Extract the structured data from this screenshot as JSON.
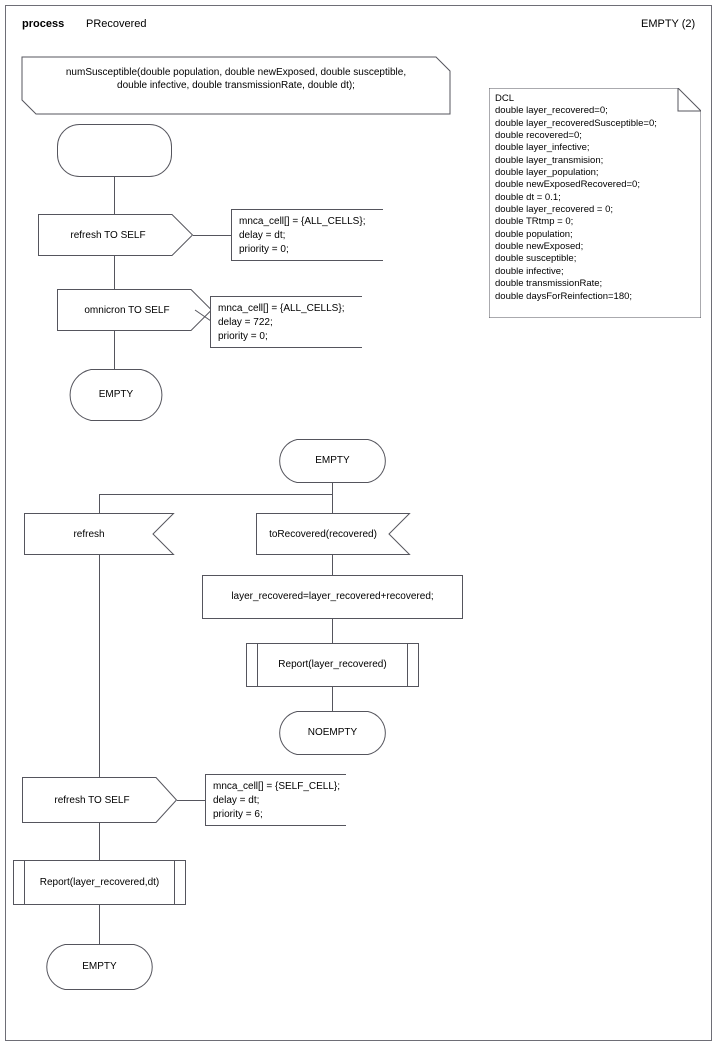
{
  "header": {
    "keyword": "process",
    "name": "PRecovered",
    "page_label": "EMPTY (2)"
  },
  "text_symbol": {
    "line1": "numSusceptible(double population, double newExposed, double susceptible,",
    "line2": "double infective, double transmissionRate, double dt);"
  },
  "dcl": {
    "title": "DCL",
    "declarations": [
      "double layer_recovered=0;",
      "double layer_recoveredSusceptible=0;",
      "double recovered=0;",
      "double layer_infective;",
      "double layer_transmision;",
      "double layer_population;",
      "double newExposedRecovered=0;",
      "double dt = 0.1;",
      "double layer_recovered = 0;",
      "double TRtmp = 0;",
      "double population;",
      "double newExposed;",
      "double susceptible;",
      "double infective;",
      "double transmissionRate;",
      "double daysForReinfection=180;"
    ]
  },
  "nodes": {
    "start": {
      "label": ""
    },
    "out_refresh_self_1": {
      "label": "refresh TO SELF"
    },
    "comment_1": {
      "line1": "mnca_cell[] = {ALL_CELLS};",
      "line2": "delay = dt;",
      "line3": "priority = 0;"
    },
    "out_omnicron_self": {
      "label": "omnicron TO SELF"
    },
    "comment_2": {
      "line1": "mnca_cell[] = {ALL_CELLS};",
      "line2": "delay = 722;",
      "line3": "priority = 0;"
    },
    "state_empty_1": {
      "label": "EMPTY"
    },
    "state_empty_2": {
      "label": "EMPTY"
    },
    "in_refresh": {
      "label": "refresh"
    },
    "in_torecovered": {
      "label": "toRecovered(recovered)"
    },
    "task_layer_recovered": {
      "label": "layer_recovered=layer_recovered+recovered;"
    },
    "proc_report_1": {
      "label": "Report(layer_recovered)"
    },
    "state_noempty": {
      "label": "NOEMPTY"
    },
    "out_refresh_self_2": {
      "label": "refresh TO SELF"
    },
    "comment_3": {
      "line1": "mnca_cell[] = {SELF_CELL};",
      "line2": "delay = dt;",
      "line3": "priority = 6;"
    },
    "proc_report_2": {
      "label": "Report(layer_recovered,dt)"
    },
    "state_empty_3": {
      "label": "EMPTY"
    }
  },
  "colors": {
    "stroke": "#55555d",
    "frame": "#6e6e76",
    "background": "#ffffff",
    "text": "#000000"
  }
}
